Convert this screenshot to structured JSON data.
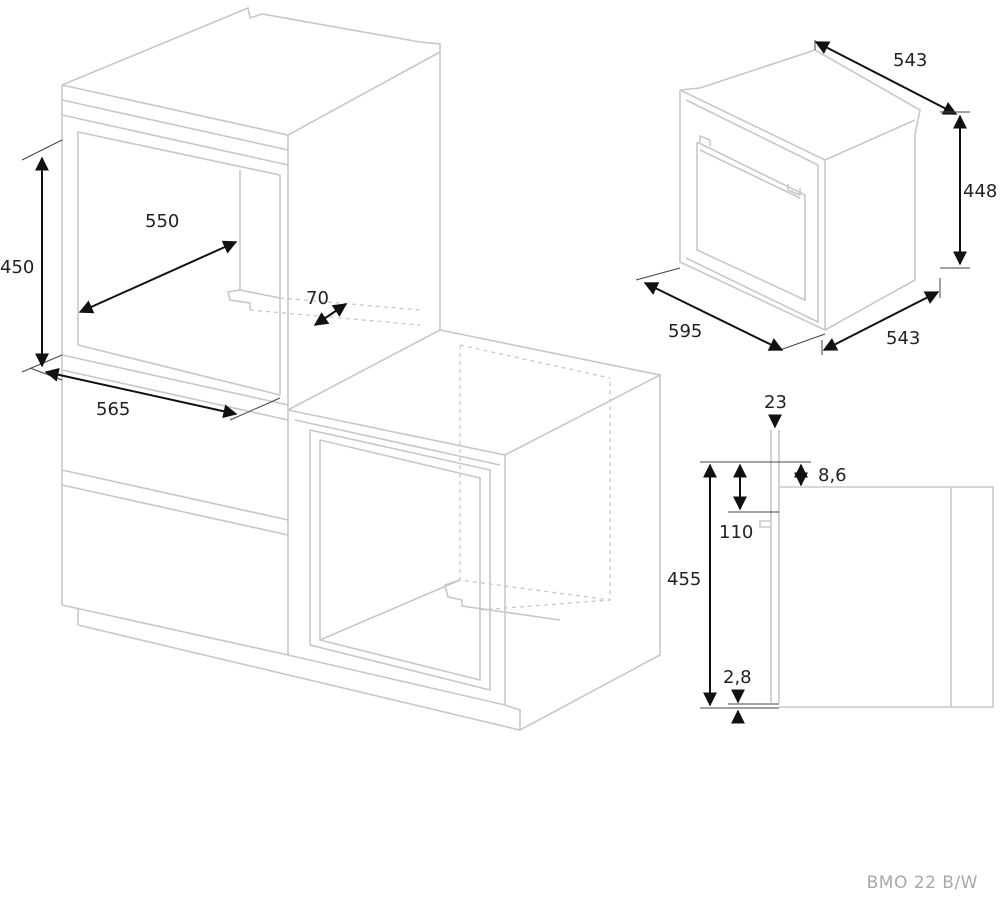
{
  "title": "BMO 22 B/W",
  "installation_dimensions": {
    "niche_height": "450",
    "niche_depth": "550",
    "niche_width": "565",
    "rear_gap": "70"
  },
  "oven_dimensions": {
    "depth_top": "543",
    "height": "448",
    "width": "595",
    "depth_bottom": "543"
  },
  "side_profile": {
    "front_panel_thickness": "23",
    "top_offset": "8,6",
    "control_panel_height": "110",
    "total_height": "455",
    "bottom_offset": "2,8"
  }
}
